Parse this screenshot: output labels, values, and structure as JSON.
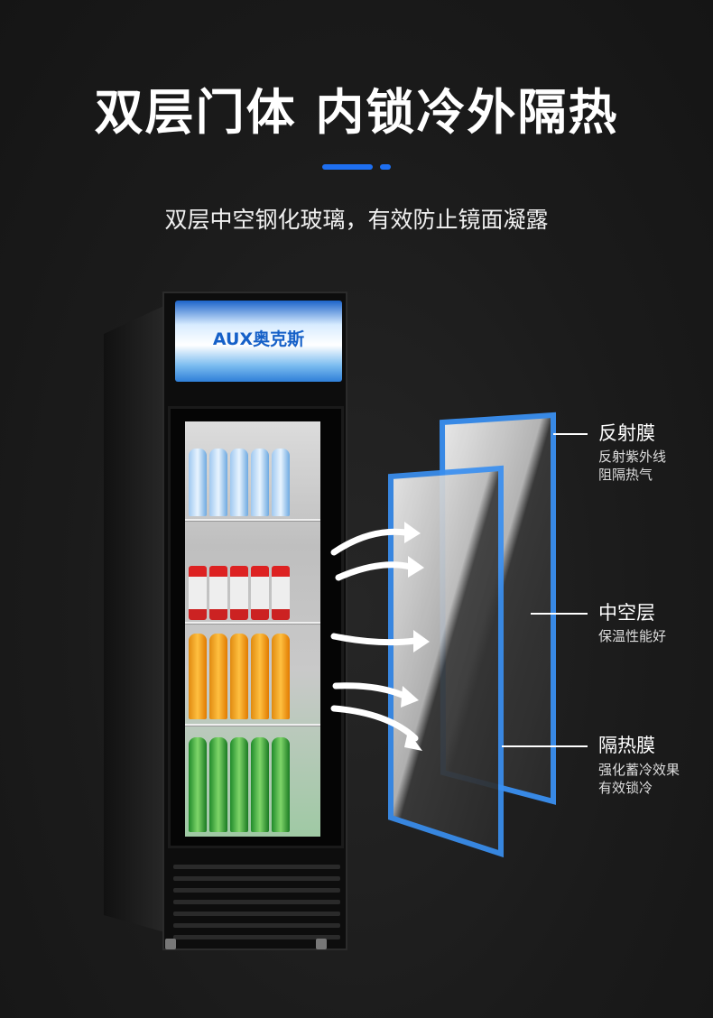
{
  "heading": {
    "title": "双层门体  内锁冷外隔热",
    "subtitle": "双层中空钢化玻璃，有效防止镜面凝露",
    "accent_color": "#1e6ff0"
  },
  "product": {
    "brand": "AUX奥克斯"
  },
  "labels": [
    {
      "title": "反射膜",
      "desc1": "反射紫外线",
      "desc2": "阻隔热气"
    },
    {
      "title": "中空层",
      "desc1": "保温性能好",
      "desc2": ""
    },
    {
      "title": "隔热膜",
      "desc1": "强化蓄冷效果",
      "desc2": "有效锁冷"
    }
  ]
}
